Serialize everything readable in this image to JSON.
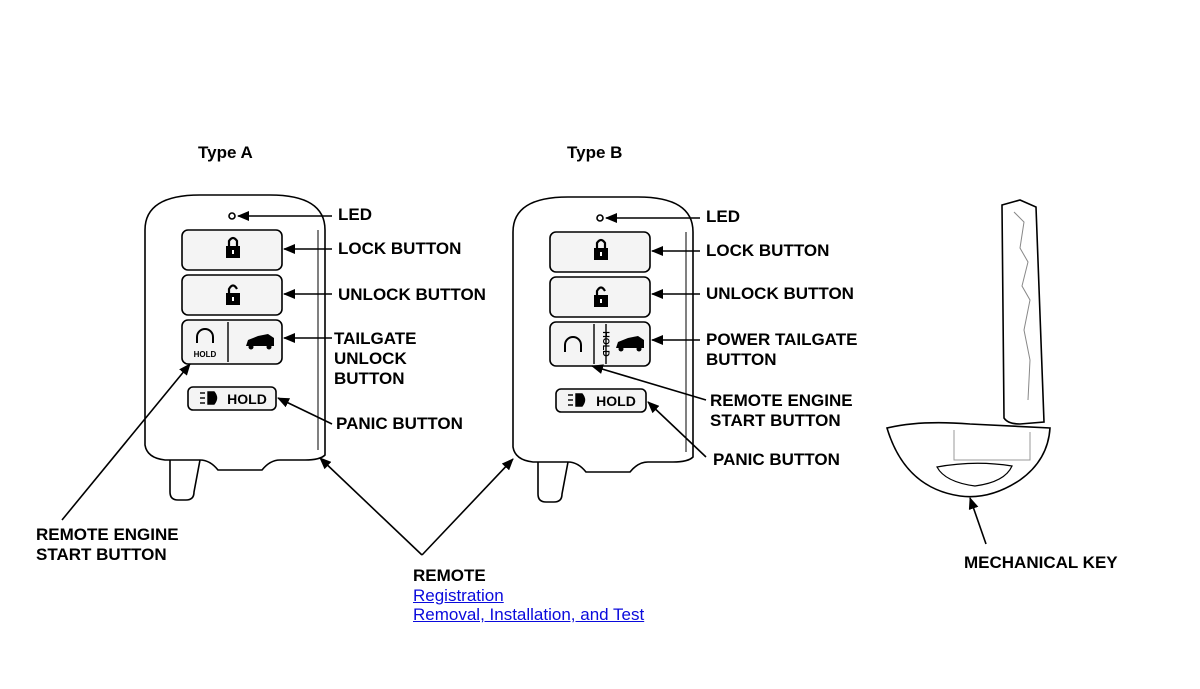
{
  "type_a": {
    "title": "Type A",
    "labels": {
      "led": "LED",
      "lock": "LOCK BUTTON",
      "unlock": "UNLOCK BUTTON",
      "tailgate": [
        "TAILGATE",
        "UNLOCK",
        "BUTTON"
      ],
      "panic": "PANIC BUTTON",
      "remote_start": [
        "REMOTE ENGINE",
        "START BUTTON"
      ]
    },
    "hold_text": "HOLD"
  },
  "type_b": {
    "title": "Type B",
    "labels": {
      "led": "LED",
      "lock": "LOCK BUTTON",
      "unlock": "UNLOCK BUTTON",
      "tailgate": [
        "POWER TAILGATE",
        "BUTTON"
      ],
      "remote_start": [
        "REMOTE ENGINE",
        "START BUTTON"
      ],
      "panic": "PANIC BUTTON"
    },
    "hold_text": "HOLD"
  },
  "remote": {
    "label": "REMOTE",
    "links": [
      "Registration",
      "Removal, Installation, and Test"
    ]
  },
  "key": {
    "label": "MECHANICAL KEY"
  },
  "colors": {
    "link": "#0a0adc",
    "line": "#000000",
    "fob_fill": "#ffffff",
    "button_fill": "#f4f4f4"
  },
  "icons": [
    "lock-icon",
    "unlock-icon",
    "remote-start-icon",
    "tailgate-car-icon",
    "panic-light-icon"
  ]
}
